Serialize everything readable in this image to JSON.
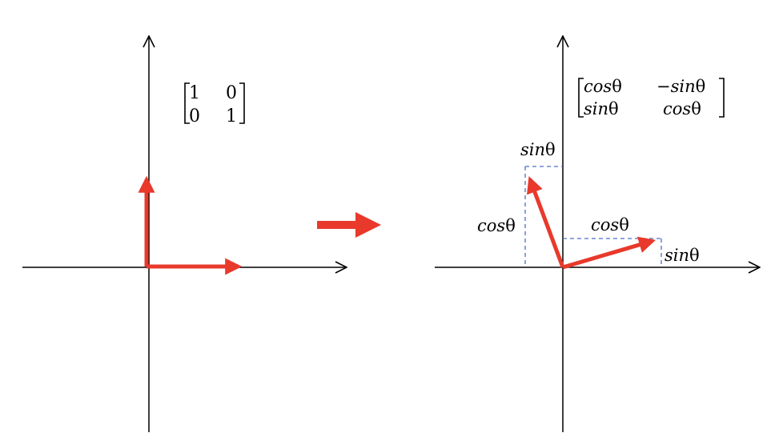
{
  "colors": {
    "axis": "#000000",
    "vector": "#e8392b",
    "dashed": "#4a6fc9"
  },
  "identity_matrix": {
    "r1c1": "1",
    "r1c2": "0",
    "r2c1": "0",
    "r2c2": "1"
  },
  "rotation_matrix": {
    "r1c1_fn": "cos",
    "r1c2_fn": "−sin",
    "r2c1_fn": "sin",
    "r2c2_fn": "cos",
    "angle": "θ"
  },
  "labels": {
    "theta": "θ",
    "cos": "cos",
    "sin": "sin"
  }
}
